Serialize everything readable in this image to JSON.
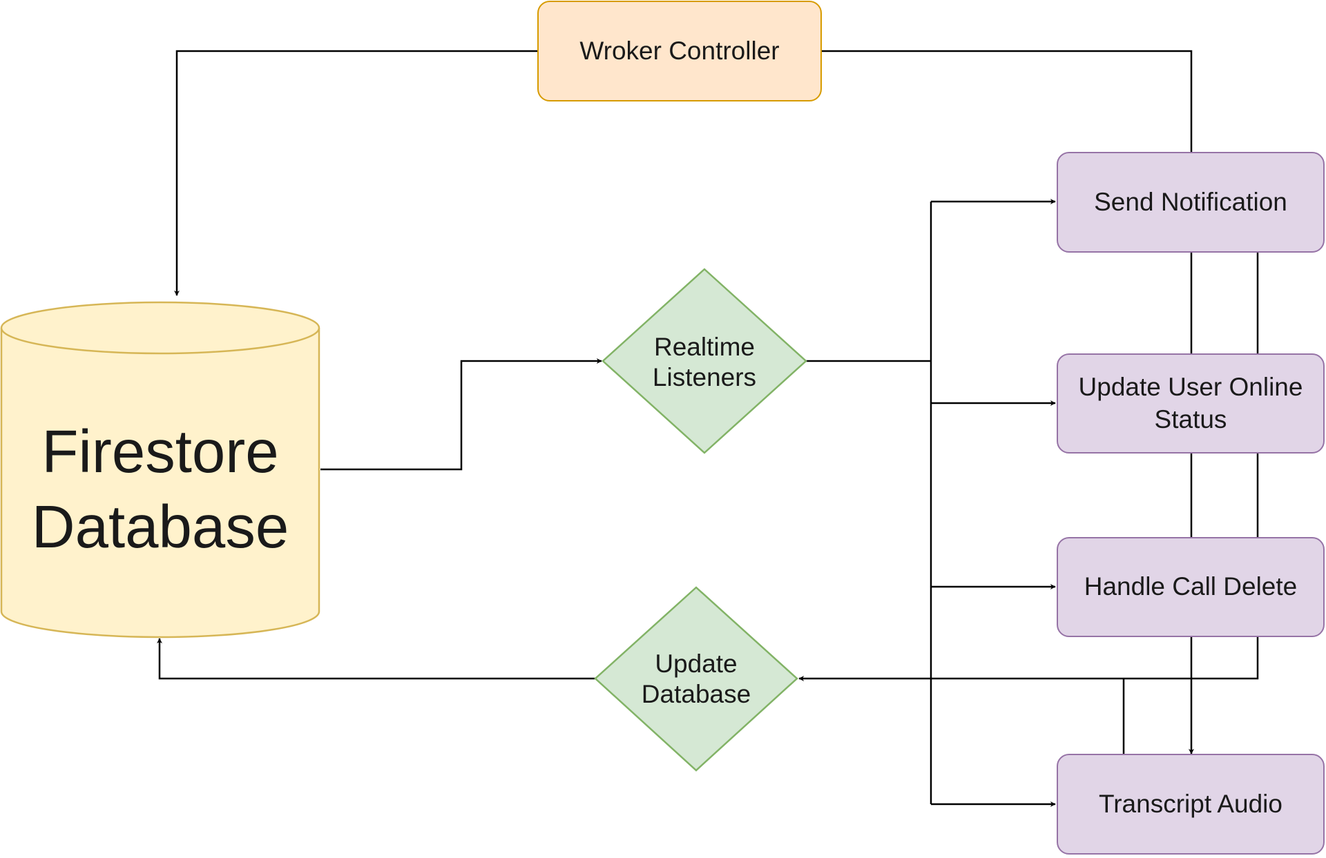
{
  "nodes": {
    "worker_controller": "Wroker Controller",
    "firestore": "Firestore\nDatabase",
    "realtime_listeners": "Realtime\nListeners",
    "update_database": "Update\nDatabase",
    "send_notification": "Send Notification",
    "update_user_online_status": "Update User Online\nStatus",
    "handle_call_delete": "Handle Call Delete",
    "transcript_audio": "Transcript Audio"
  },
  "colors": {
    "orange_fill": "#ffe6cc",
    "orange_stroke": "#d79b00",
    "db_fill": "#fff2cc",
    "db_stroke": "#d6b656",
    "green_fill": "#d5e8d4",
    "green_stroke": "#82b366",
    "purple_fill": "#e1d5e7",
    "purple_stroke": "#9673a6",
    "edge": "#000000"
  }
}
